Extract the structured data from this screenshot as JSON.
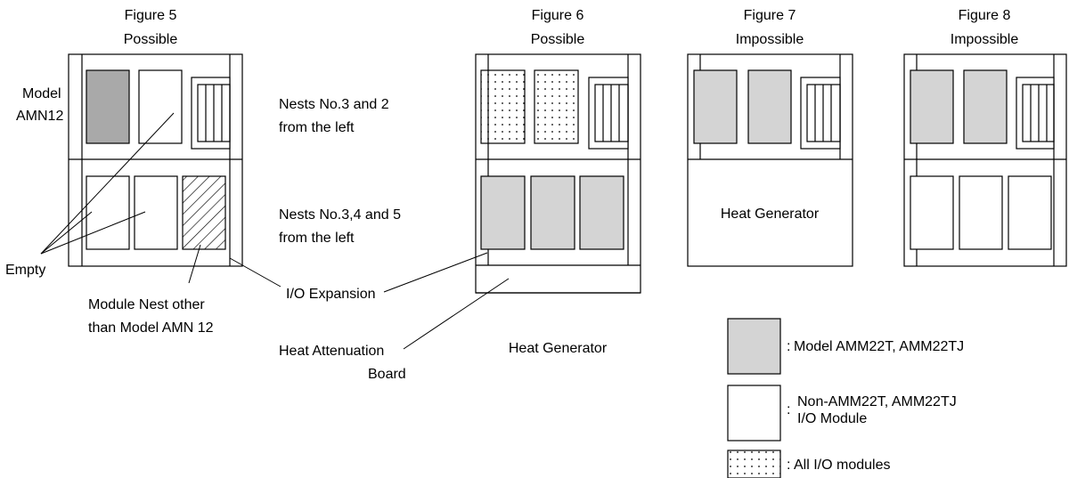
{
  "colors": {
    "line": "#000000",
    "gray_module": "#d4d4d4",
    "dark_module": "#a9a9a9",
    "background": "#ffffff"
  },
  "figures": [
    {
      "id": "fig5",
      "title": "Figure 5",
      "verdict": "Possible"
    },
    {
      "id": "fig6",
      "title": "Figure 6",
      "verdict": "Possible"
    },
    {
      "id": "fig7",
      "title": "Figure 7",
      "verdict": "Impossible"
    },
    {
      "id": "fig8",
      "title": "Figure 8",
      "verdict": "Impossible"
    }
  ],
  "labels": {
    "model_amn12_line1": "Model",
    "model_amn12_line2": "AMN12",
    "empty": "Empty",
    "module_nest_line1": "Module Nest other",
    "module_nest_line2": "than Model AMN 12",
    "nests_top_line1": "Nests No.3 and 2",
    "nests_top_line2": "from the left",
    "nests_mid_line1": "Nests No.3,4 and 5",
    "nests_mid_line2": "from the left",
    "io_expansion": "I/O Expansion",
    "heat_attenuation_line1": "Heat Attenuation",
    "heat_attenuation_line2": "Board",
    "heat_generator_fig6": "Heat Generator",
    "heat_generator_fig7": "Heat Generator"
  },
  "legend": [
    {
      "id": "gray",
      "icon": "gray-filled-box",
      "prefix": ":",
      "lines": [
        "Model AMM22T, AMM22TJ"
      ]
    },
    {
      "id": "white",
      "icon": "white-empty-box",
      "prefix": ":",
      "lines": [
        "Non-AMM22T, AMM22TJ",
        "I/O Module"
      ]
    },
    {
      "id": "dotted",
      "icon": "dotted-box",
      "prefix": ":",
      "lines": [
        "All I/O modules"
      ]
    }
  ]
}
